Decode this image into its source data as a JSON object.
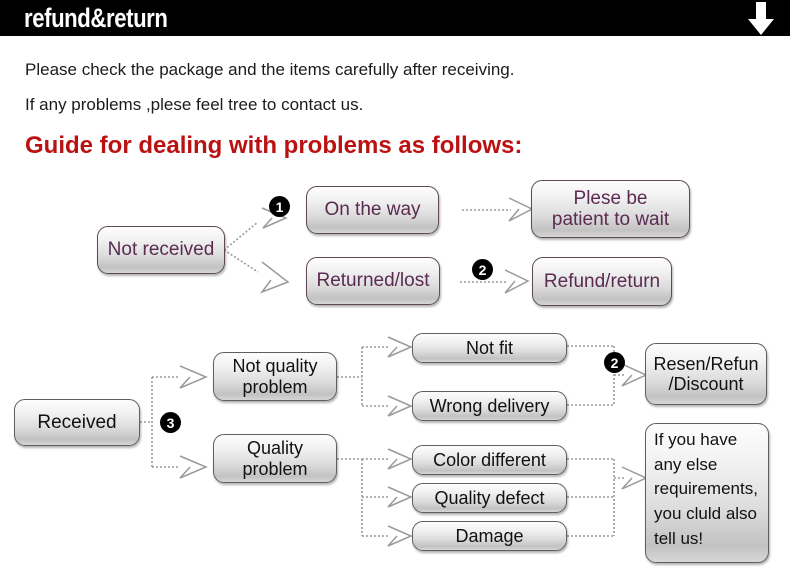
{
  "header": {
    "title": "refund&return",
    "arrow_icon": "down-arrow-icon"
  },
  "intro": {
    "line1": "Please check the package and the items carefully after receiving.",
    "line2": "If any problems ,plese feel tree to contact us.",
    "heading": "Guide for dealing with problems as follows:"
  },
  "colors": {
    "header_bg": "#000000",
    "header_text": "#ffffff",
    "heading_red": "#bb1111",
    "node_purple_text": "#5b2b52",
    "node_dark_text": "#111111",
    "connector_gray": "#9a9a9a"
  },
  "flow_not_received": {
    "start": "Not received",
    "marker1": "1",
    "marker2": "2",
    "on_the_way": "On the way",
    "returned_lost": "Returned/lost",
    "patient": "Plese be\npatient to wait",
    "refund_return": "Refund/return"
  },
  "flow_received": {
    "start": "Received",
    "marker3": "3",
    "marker2": "2",
    "not_quality_problem": "Not quality\nproblem",
    "quality_problem": "Quality\nproblem",
    "not_fit": "Not fit",
    "wrong_delivery": "Wrong delivery",
    "color_different": "Color different",
    "quality_defect": "Quality defect",
    "damage": "Damage",
    "resend": "Resen/Refun\n/Discount",
    "note": "If you have any else requirements, you cluld also tell us!"
  }
}
